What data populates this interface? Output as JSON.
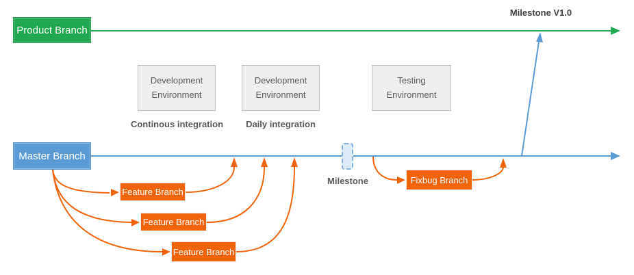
{
  "colors": {
    "green": "#1FA84F",
    "blue": "#5B9BD5",
    "orange": "#F2640C",
    "env-fill": "#EFEFEF",
    "env-border": "#BFBFBF",
    "env-text": "#595959",
    "milestone-fill": "#DCE9F7",
    "milestone-border": "#84AEDE",
    "label-dark": "#404040"
  },
  "branches": {
    "product": {
      "label": "Product Branch"
    },
    "master": {
      "label": "Master Branch"
    },
    "fixbug": {
      "label": "Fixbug Branch"
    }
  },
  "feature_branches": [
    {
      "label": "Feature Branch"
    },
    {
      "label": "Feature Branch"
    },
    {
      "label": "Feature Branch"
    }
  ],
  "environments": [
    {
      "label": "Development Environment",
      "caption": "Continous integration"
    },
    {
      "label": "Development Environment",
      "caption": "Daily integration"
    },
    {
      "label": "Testing Environment",
      "caption": ""
    }
  ],
  "milestones": {
    "release_label": "Milestone V1.0",
    "marker_label": "Milestone"
  }
}
